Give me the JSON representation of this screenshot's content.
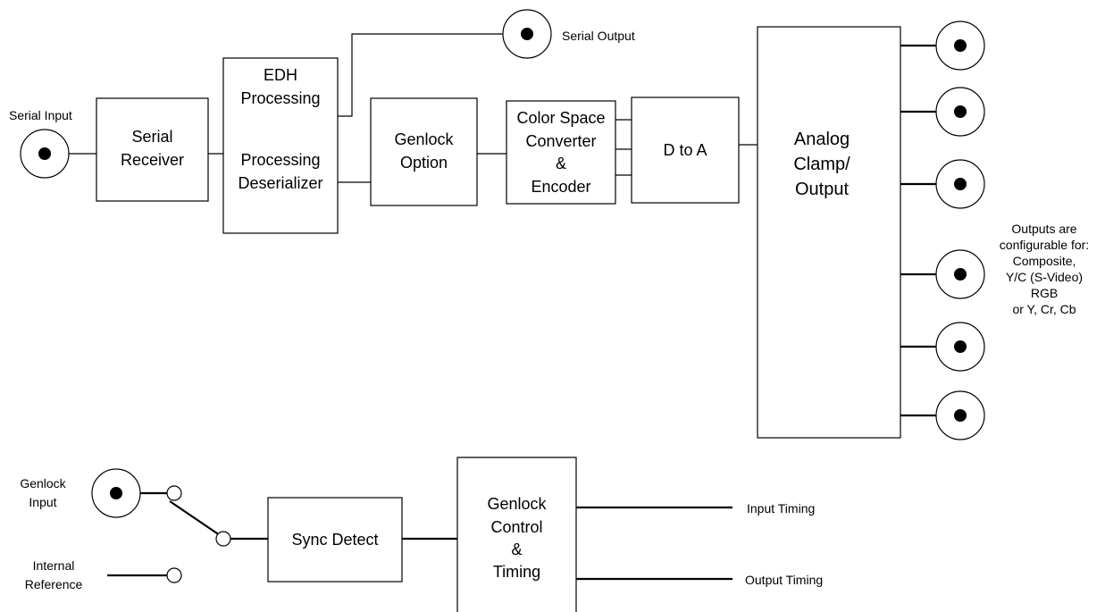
{
  "blocks": {
    "serial_receiver": [
      "Serial",
      "Receiver"
    ],
    "edh_title": [
      "EDH",
      "Processing"
    ],
    "edh_deserializer": [
      "Processing",
      "Deserializer"
    ],
    "genlock_option": [
      "Genlock",
      "Option"
    ],
    "color_space": [
      "Color Space",
      "Converter",
      "&",
      "Encoder"
    ],
    "d_to_a": [
      "D to A"
    ],
    "analog_clamp": [
      "Analog",
      "Clamp/",
      "Output"
    ],
    "sync_detect": [
      "Sync Detect"
    ],
    "genlock_control": [
      "Genlock",
      "Control",
      "&",
      "Timing"
    ]
  },
  "labels": {
    "serial_input": "Serial Input",
    "serial_output": "Serial Output",
    "genlock_input": [
      "Genlock",
      "Input"
    ],
    "internal_reference": [
      "Internal",
      "Reference"
    ],
    "input_timing": "Input Timing",
    "output_timing": "Output Timing",
    "outputs_note": [
      "Outputs are",
      "configurable for:",
      "Composite,",
      "Y/C (S-Video)",
      "RGB",
      "or Y, Cr, Cb"
    ]
  },
  "colors": {
    "stroke": "#000000",
    "background": "#ffffff"
  },
  "icons": {
    "connector": "bnc-connector-icon",
    "switch": "switch-icon"
  }
}
